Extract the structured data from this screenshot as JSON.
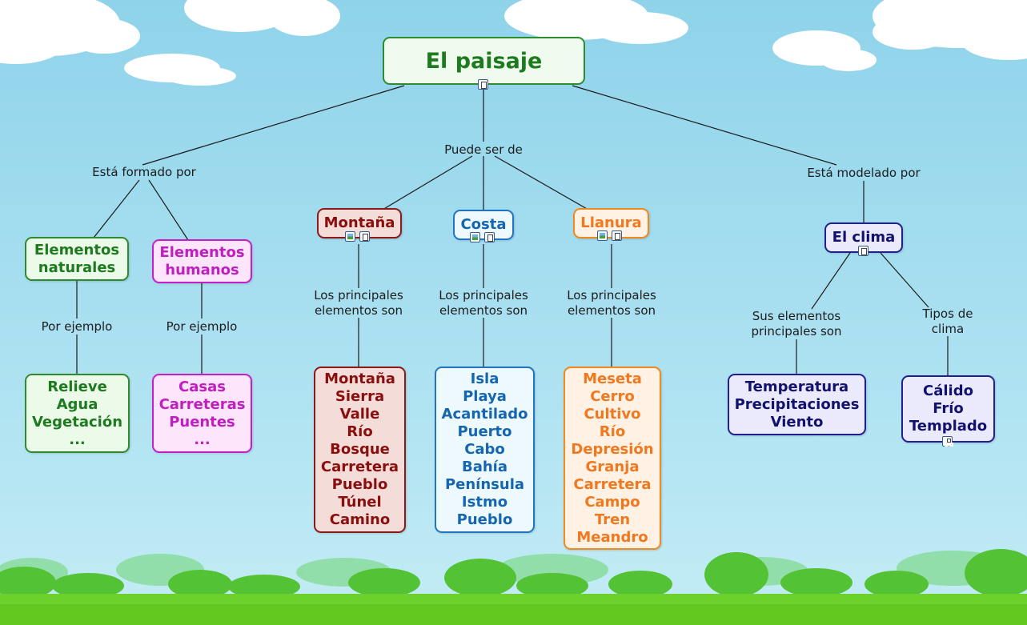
{
  "title": "El paisaje",
  "links": {
    "formado": "Está formado por",
    "puede": "Puede ser de",
    "modelado": "Está modelado por",
    "ejemplo1": "Por ejemplo",
    "ejemplo2": "Por ejemplo",
    "principales1": [
      "Los principales",
      "elementos son"
    ],
    "principales2": [
      "Los principales",
      "elementos son"
    ],
    "principales3": [
      "Los principales",
      "elementos son"
    ],
    "sus_elementos": [
      "Sus elementos",
      "principales son"
    ],
    "tipos": [
      "Tipos de",
      "clima"
    ]
  },
  "concepts": {
    "elementos_naturales": [
      "Elementos",
      "naturales"
    ],
    "elementos_humanos": [
      "Elementos",
      "humanos"
    ],
    "montana": "Montaña",
    "costa": "Costa",
    "llanura": "Llanura",
    "clima": "El clima"
  },
  "lists": {
    "naturales": [
      "Relieve",
      "Agua",
      "Vegetación",
      "..."
    ],
    "humanos": [
      "Casas",
      "Carreteras",
      "Puentes",
      "..."
    ],
    "montana": [
      "Montaña",
      "Sierra",
      "Valle",
      "Río",
      "Bosque",
      "Carretera",
      "Pueblo",
      "Túnel",
      "Camino"
    ],
    "costa": [
      "Isla",
      "Playa",
      "Acantilado",
      "Puerto",
      "Cabo",
      "Bahía",
      "Península",
      "Istmo",
      "Pueblo"
    ],
    "llanura": [
      "Meseta",
      "Cerro",
      "Cultivo",
      "Río",
      "Depresión",
      "Granja",
      "Carretera",
      "Campo",
      "Tren",
      "Meandro"
    ],
    "clima_elementos": [
      "Temperatura",
      "Precipitaciones",
      "Viento"
    ],
    "clima_tipos": [
      "Cálido",
      "Frío",
      "Templado"
    ]
  },
  "colors": {
    "green": "#1e7a1e",
    "magenta": "#c01ec0",
    "maroon": "#8b0e0e",
    "blue": "#1466b0",
    "orange": "#f0781e",
    "navy": "#12126e"
  },
  "icons": [
    "document-icon",
    "image-icon",
    "concept-map-icon"
  ]
}
